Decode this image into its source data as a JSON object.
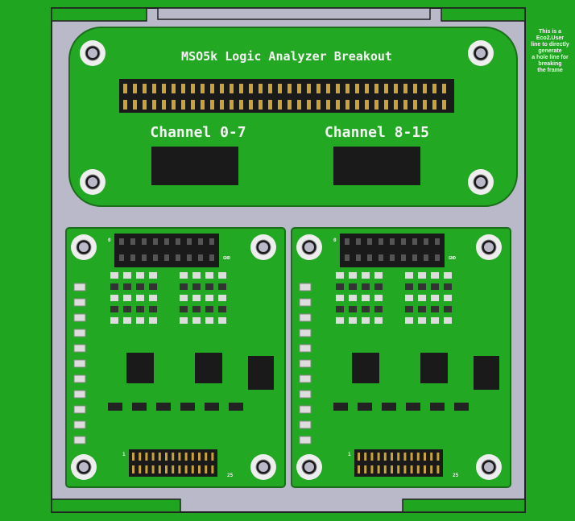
{
  "board": {
    "title": "MSO5k Logic Analyzer Breakout",
    "channel_left": "Channel 0-7",
    "channel_right": "Channel 8-15",
    "note_lines": [
      "This is a Eco2.User",
      "line to directly generate",
      "a hole line for breaking",
      "the frame"
    ],
    "connector_labels": {
      "start": "0",
      "gnd": "GND",
      "pin1": "1",
      "pin25": "25"
    }
  },
  "colors": {
    "pcb": "#1fa51f",
    "frame": "#b8b8c8",
    "pad": "#d8d8d8",
    "header": "#1a1a1a"
  }
}
